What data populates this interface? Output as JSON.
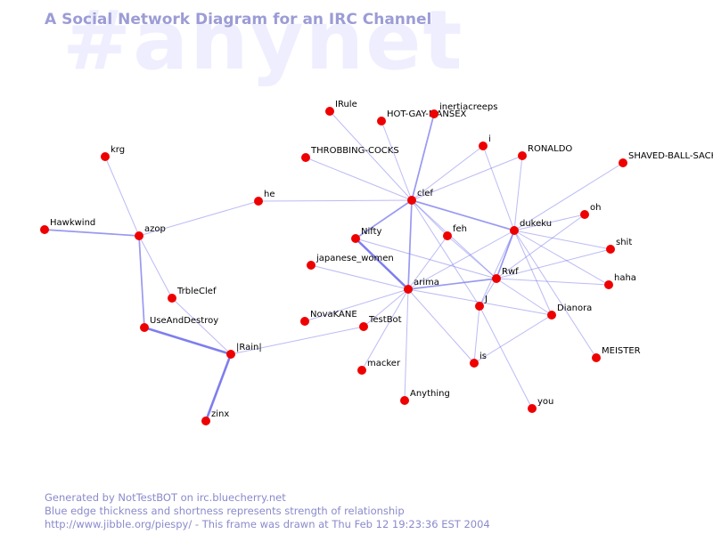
{
  "watermark": "#anynet",
  "title": "A Social Network Diagram for an IRC Channel",
  "footer": {
    "line1": "Generated by NotTestBOT on irc.bluecherry.net",
    "line2": "Blue edge thickness and shortness represents strength of relationship",
    "line3": "http://www.jibble.org/piespy/ - This frame was drawn at Thu Feb 12 19:23:36 EST 2004"
  },
  "colors": {
    "node": "#ee0000",
    "edge": "#7777ee",
    "title": "#9c9cd6",
    "watermark": "#eeeeff"
  },
  "nodes": [
    {
      "id": "IRule",
      "label": "IRule"
    },
    {
      "id": "HOT-GAY-MANSEX",
      "label": "HOT-GAY-MANSEX"
    },
    {
      "id": "inertiacreeps",
      "label": "inertiacreeps"
    },
    {
      "id": "THROBBING-COCKS",
      "label": "THROBBING-COCKS"
    },
    {
      "id": "i",
      "label": "i"
    },
    {
      "id": "RONALDO",
      "label": "RONALDO"
    },
    {
      "id": "SHAVED-BALL-SACK",
      "label": "SHAVED-BALL-SACK"
    },
    {
      "id": "krg",
      "label": "krg"
    },
    {
      "id": "he",
      "label": "he"
    },
    {
      "id": "clef",
      "label": "clef"
    },
    {
      "id": "oh",
      "label": "oh"
    },
    {
      "id": "dukeku",
      "label": "dukeku"
    },
    {
      "id": "Hawkwind",
      "label": "Hawkwind"
    },
    {
      "id": "azop",
      "label": "azop"
    },
    {
      "id": "Nifty",
      "label": "Nifty"
    },
    {
      "id": "feh",
      "label": "feh"
    },
    {
      "id": "shit",
      "label": "shit"
    },
    {
      "id": "japanese_women",
      "label": "japanese_women"
    },
    {
      "id": "Rwf",
      "label": "Rwf"
    },
    {
      "id": "haha",
      "label": "haha"
    },
    {
      "id": "arima",
      "label": "arima"
    },
    {
      "id": "TrbleClef",
      "label": "TrbleClef"
    },
    {
      "id": "J",
      "label": "J"
    },
    {
      "id": "Dianora",
      "label": "Dianora"
    },
    {
      "id": "NovaKANE",
      "label": "NovaKANE"
    },
    {
      "id": "TestBot",
      "label": "TestBot"
    },
    {
      "id": "UseAndDestroy",
      "label": "UseAndDestroy"
    },
    {
      "id": "Rain",
      "label": "|Rain|"
    },
    {
      "id": "MEISTER",
      "label": "MEISTER"
    },
    {
      "id": "is",
      "label": "is"
    },
    {
      "id": "macker",
      "label": "macker"
    },
    {
      "id": "Anything",
      "label": "Anything"
    },
    {
      "id": "you",
      "label": "you"
    },
    {
      "id": "zinx",
      "label": "zinx"
    }
  ],
  "edges": [
    {
      "a": "clef",
      "b": "IRule",
      "w": 1
    },
    {
      "a": "clef",
      "b": "HOT-GAY-MANSEX",
      "w": 1
    },
    {
      "a": "clef",
      "b": "inertiacreeps",
      "w": 2
    },
    {
      "a": "clef",
      "b": "THROBBING-COCKS",
      "w": 1
    },
    {
      "a": "clef",
      "b": "i",
      "w": 1
    },
    {
      "a": "clef",
      "b": "RONALDO",
      "w": 1
    },
    {
      "a": "clef",
      "b": "he",
      "w": 1
    },
    {
      "a": "clef",
      "b": "Nifty",
      "w": 2
    },
    {
      "a": "clef",
      "b": "arima",
      "w": 2
    },
    {
      "a": "clef",
      "b": "dukeku",
      "w": 2
    },
    {
      "a": "clef",
      "b": "feh",
      "w": 1
    },
    {
      "a": "clef",
      "b": "Rwf",
      "w": 1
    },
    {
      "a": "clef",
      "b": "J",
      "w": 1
    },
    {
      "a": "he",
      "b": "azop",
      "w": 1
    },
    {
      "a": "azop",
      "b": "krg",
      "w": 1
    },
    {
      "a": "azop",
      "b": "Hawkwind",
      "w": 2
    },
    {
      "a": "azop",
      "b": "TrbleClef",
      "w": 1
    },
    {
      "a": "azop",
      "b": "UseAndDestroy",
      "w": 2
    },
    {
      "a": "TrbleClef",
      "b": "Rain",
      "w": 1
    },
    {
      "a": "UseAndDestroy",
      "b": "Rain",
      "w": 3
    },
    {
      "a": "Rain",
      "b": "zinx",
      "w": 3
    },
    {
      "a": "Rain",
      "b": "TestBot",
      "w": 1
    },
    {
      "a": "TestBot",
      "b": "arima",
      "w": 1
    },
    {
      "a": "Nifty",
      "b": "arima",
      "w": 3
    },
    {
      "a": "japanese_women",
      "b": "arima",
      "w": 1
    },
    {
      "a": "NovaKANE",
      "b": "arima",
      "w": 1
    },
    {
      "a": "macker",
      "b": "arima",
      "w": 1
    },
    {
      "a": "Anything",
      "b": "arima",
      "w": 1
    },
    {
      "a": "arima",
      "b": "Rwf",
      "w": 2
    },
    {
      "a": "arima",
      "b": "dukeku",
      "w": 1
    },
    {
      "a": "arima",
      "b": "feh",
      "w": 1
    },
    {
      "a": "arima",
      "b": "is",
      "w": 1
    },
    {
      "a": "arima",
      "b": "Dianora",
      "w": 1
    },
    {
      "a": "Rwf",
      "b": "dukeku",
      "w": 2
    },
    {
      "a": "Rwf",
      "b": "oh",
      "w": 1
    },
    {
      "a": "Rwf",
      "b": "shit",
      "w": 1
    },
    {
      "a": "Rwf",
      "b": "haha",
      "w": 1
    },
    {
      "a": "Rwf",
      "b": "Dianora",
      "w": 1
    },
    {
      "a": "Rwf",
      "b": "J",
      "w": 1
    },
    {
      "a": "Rwf",
      "b": "feh",
      "w": 1
    },
    {
      "a": "Rwf",
      "b": "Nifty",
      "w": 1
    },
    {
      "a": "dukeku",
      "b": "SHAVED-BALL-SACK",
      "w": 1
    },
    {
      "a": "dukeku",
      "b": "oh",
      "w": 1
    },
    {
      "a": "dukeku",
      "b": "shit",
      "w": 1
    },
    {
      "a": "dukeku",
      "b": "haha",
      "w": 1
    },
    {
      "a": "dukeku",
      "b": "J",
      "w": 1
    },
    {
      "a": "dukeku",
      "b": "Dianora",
      "w": 1
    },
    {
      "a": "dukeku",
      "b": "MEISTER",
      "w": 1
    },
    {
      "a": "dukeku",
      "b": "RONALDO",
      "w": 1
    },
    {
      "a": "dukeku",
      "b": "i",
      "w": 1
    },
    {
      "a": "J",
      "b": "you",
      "w": 1
    },
    {
      "a": "J",
      "b": "is",
      "w": 1
    },
    {
      "a": "is",
      "b": "Dianora",
      "w": 1
    }
  ]
}
